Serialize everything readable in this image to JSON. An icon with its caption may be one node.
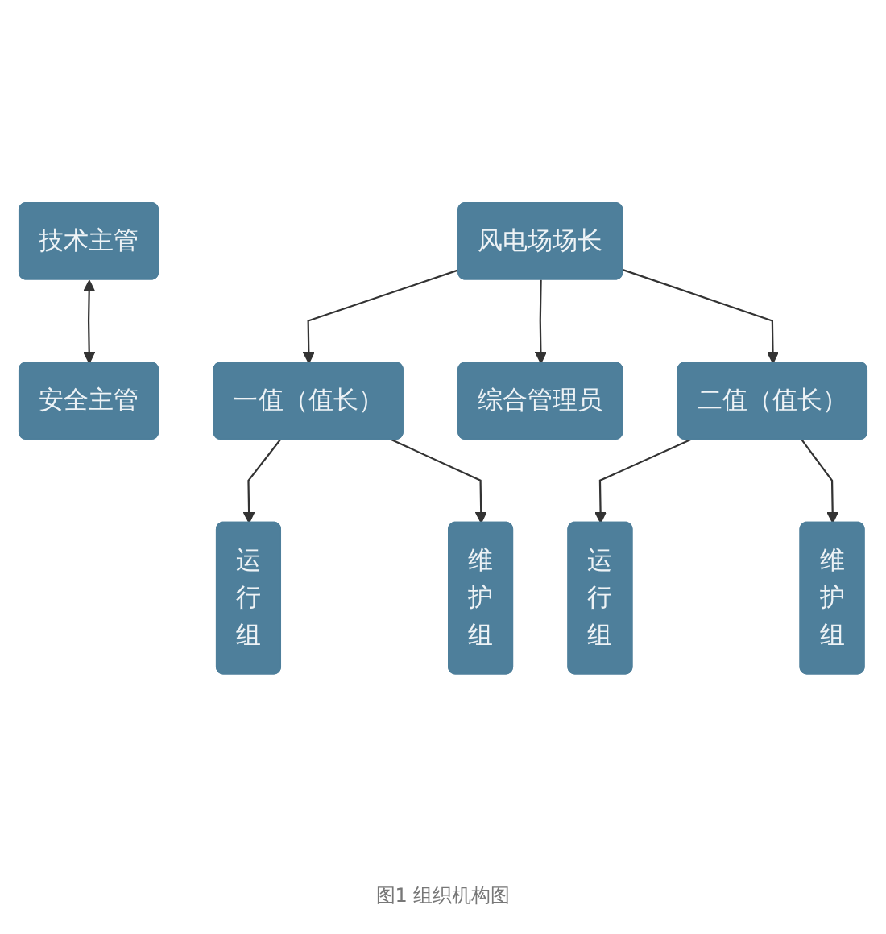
{
  "diagram": {
    "caption": "图1 组织机构图",
    "nodes": [
      {
        "text": [
          "风电场场长"
        ]
      },
      {
        "text": [
          "技术主管"
        ]
      },
      {
        "text": [
          "安全主管"
        ]
      },
      {
        "text": [
          "一值（值长）"
        ]
      },
      {
        "text": [
          "综合管理员"
        ]
      },
      {
        "text": [
          "二值（值长）"
        ]
      },
      {
        "text": [
          "运行组"
        ]
      },
      {
        "text": [
          "维护组"
        ]
      },
      {
        "text": [
          "运行组"
        ]
      },
      {
        "text": [
          "维护组"
        ]
      }
    ],
    "edges": [
      {
        "from": 1,
        "to": 2,
        "arrow": "both"
      },
      {
        "from": 0,
        "to": 3,
        "arrow": "to"
      },
      {
        "from": 0,
        "to": 4,
        "arrow": "to"
      },
      {
        "from": 0,
        "to": 5,
        "arrow": "to"
      },
      {
        "from": 3,
        "to": 6,
        "arrow": "to"
      },
      {
        "from": 3,
        "to": 7,
        "arrow": "to"
      },
      {
        "from": 5,
        "to": 8,
        "arrow": "to"
      },
      {
        "from": 5,
        "to": 9,
        "arrow": "to"
      }
    ]
  }
}
